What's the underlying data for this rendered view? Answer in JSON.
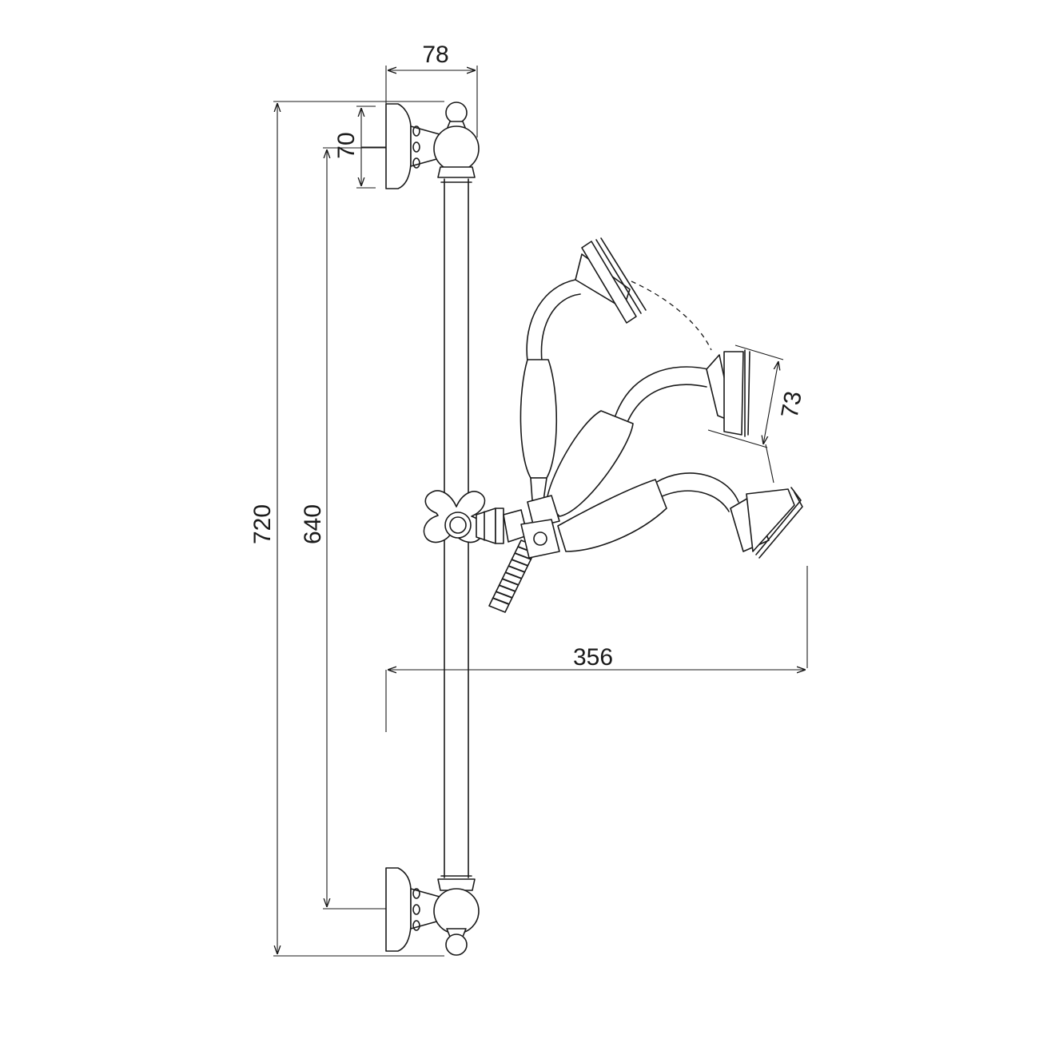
{
  "dimensions": {
    "bracket_depth": "78",
    "bracket_height": "70",
    "overall_length": "720",
    "bracket_centers": "640",
    "head_diameter": "73",
    "projection": "356"
  }
}
